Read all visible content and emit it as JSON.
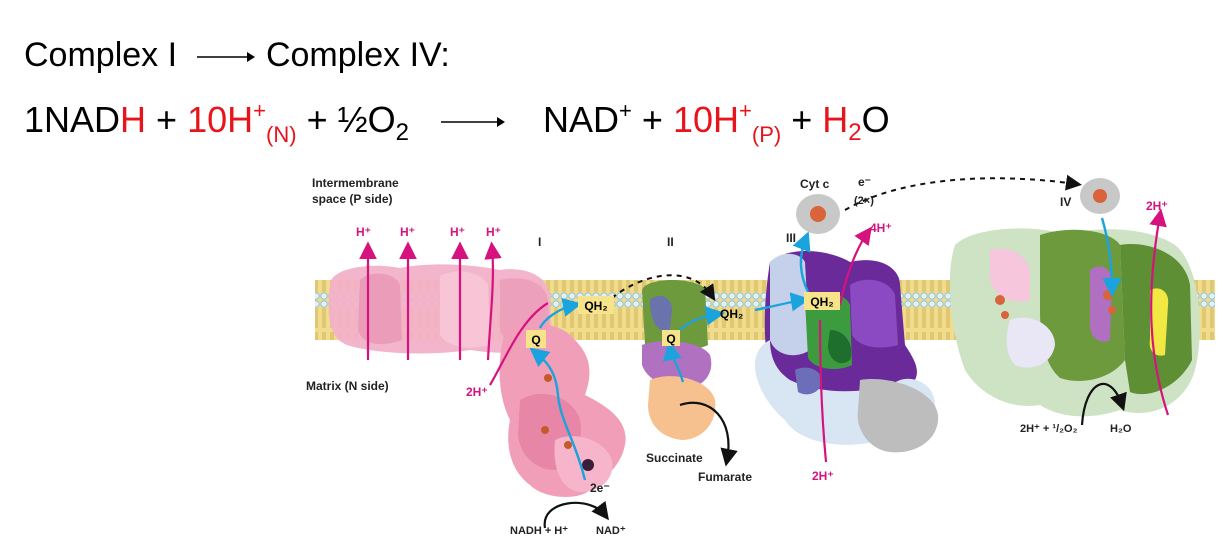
{
  "header": {
    "line1": {
      "from": "Complex I",
      "to": "Complex IV:"
    },
    "line2": {
      "nad_prefix": "1NAD",
      "nad_h": "H",
      "plus1": "+",
      "proton_n": "10H",
      "proton_n_sup": "+",
      "proton_n_sub": "(N)",
      "plus2": "+",
      "oxygen": "½O",
      "oxygen_sub": "2",
      "nad_plus": "NAD",
      "nad_plus_sup": "+",
      "plus3": "+",
      "proton_p": "10H",
      "proton_p_sup": "+",
      "proton_p_sub": "(P)",
      "plus4": "+",
      "water_h": "H",
      "water_sub": "2",
      "water_o": "O"
    }
  },
  "diagram": {
    "ims_label_1": "Intermembrane",
    "ims_label_2": "space (P side)",
    "matrix_label": "Matrix (N side)",
    "complex_I": "I",
    "complex_II": "II",
    "complex_III": "III",
    "complex_IV": "IV",
    "h_plus": "H⁺",
    "two_h_plus": "2H⁺",
    "four_h_plus": "4H⁺",
    "cyt_c": "Cyt c",
    "electron": "e⁻",
    "two_x": "(2×)",
    "q": "Q",
    "qh2": "QH₂",
    "two_e": "2e⁻",
    "nadh_label": "NADH + H⁺",
    "nad_label": "NAD⁺",
    "succinate": "Succinate",
    "fumarate": "Fumarate",
    "o2_label": "2H⁺ + ¹/₂O₂",
    "h2o_label": "H₂O"
  },
  "colors": {
    "red": "#e8141b",
    "magenta": "#d6127e",
    "blue_arrow": "#1aa3dc",
    "membrane": "#f0dc8c",
    "q_box": "#f7e38a"
  }
}
